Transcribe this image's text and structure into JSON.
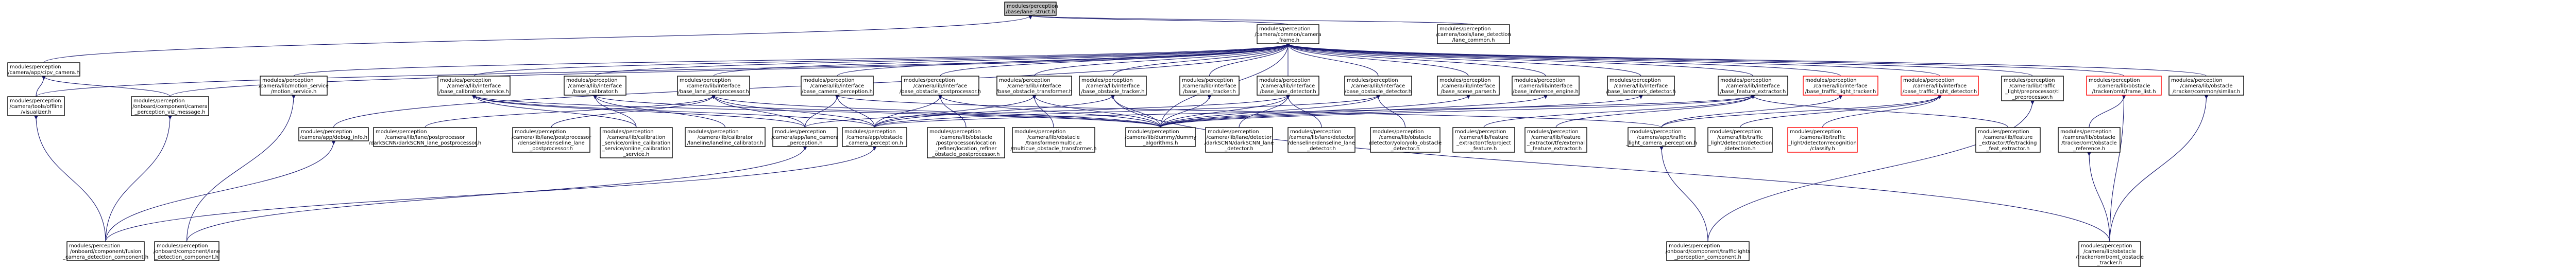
{
  "nodes": [
    {
      "id": "lane_struct",
      "lines": [
        "modules/perception",
        "/base/lane_struct.h"
      ],
      "root": true
    },
    {
      "id": "frame_h",
      "lines": [
        "modules/perception",
        "/camera/common/camera",
        "_frame.h"
      ]
    },
    {
      "id": "camera_tools_lane",
      "lines": [
        "modules/perception",
        "/camera/tools/lane_detection",
        "/lane_common.h"
      ]
    },
    {
      "id": "cipv_camera",
      "lines": [
        "modules/perception",
        "/camera/app/cipv_camera.h"
      ]
    },
    {
      "id": "visualizer",
      "lines": [
        "modules/perception",
        "/camera/tools/offline",
        "/visualizer.h"
      ]
    },
    {
      "id": "camera_perception_viz",
      "lines": [
        "modules/perception",
        "/onboard/component/camera",
        "_perception_viz_message.h"
      ]
    },
    {
      "id": "motion_service",
      "lines": [
        "modules/perception",
        "/camera/lib/motion_service",
        "/motion_service.h"
      ]
    },
    {
      "id": "base_calibration_service",
      "lines": [
        "modules/perception",
        "/camera/lib/interface",
        "/base_calibration_service.h"
      ]
    },
    {
      "id": "base_calibrator",
      "lines": [
        "modules/perception",
        "/camera/lib/interface",
        "/base_calibrator.h"
      ]
    },
    {
      "id": "base_lane_postprocessor",
      "lines": [
        "modules/perception",
        "/camera/lib/interface",
        "/base_lane_postprocessor.h"
      ]
    },
    {
      "id": "base_camera_perception",
      "lines": [
        "modules/perception",
        "/camera/lib/interface",
        "/base_camera_perception.h"
      ]
    },
    {
      "id": "base_obstacle_postprocessor",
      "lines": [
        "modules/perception",
        "/camera/lib/interface",
        "/base_obstacle_postprocessor.h"
      ]
    },
    {
      "id": "base_obstacle_transformer",
      "lines": [
        "modules/perception",
        "/camera/lib/interface",
        "/base_obstacle_transformer.h"
      ]
    },
    {
      "id": "base_obstacle_tracker",
      "lines": [
        "modules/perception",
        "/camera/lib/interface",
        "/base_obstacle_tracker.h"
      ]
    },
    {
      "id": "base_lane_tracker",
      "lines": [
        "modules/perception",
        "/camera/lib/interface",
        "/base_lane_tracker.h"
      ]
    },
    {
      "id": "base_lane_detector",
      "lines": [
        "modules/perception",
        "/camera/lib/interface",
        "/base_lane_detector.h"
      ]
    },
    {
      "id": "base_obstacle_detector",
      "lines": [
        "modules/perception",
        "/camera/lib/interface",
        "/base_obstacle_detector.h"
      ]
    },
    {
      "id": "base_scene_parser",
      "lines": [
        "modules/perception",
        "/camera/lib/interface",
        "/base_scene_parser.h"
      ]
    },
    {
      "id": "base_inference_engine",
      "lines": [
        "modules/perception",
        "/camera/lib/interface",
        "/base_inference_engine.h"
      ]
    },
    {
      "id": "base_landmark_detector",
      "lines": [
        "modules/perception",
        "/camera/lib/interface",
        "/base_landmark_detector.h"
      ]
    },
    {
      "id": "base_feature_extractor",
      "lines": [
        "modules/perception",
        "/camera/lib/interface",
        "/base_feature_extractor.h"
      ]
    },
    {
      "id": "base_traffic_light_tracker",
      "lines": [
        "modules/perception",
        "/camera/lib/interface",
        "/base_traffic_light_tracker.h"
      ],
      "trunc": true
    },
    {
      "id": "base_traffic_light_detector",
      "lines": [
        "modules/perception",
        "/camera/lib/interface",
        "/base_traffic_light_detector.h"
      ],
      "trunc": true
    },
    {
      "id": "tl_preprocessor",
      "lines": [
        "modules/perception",
        "/camera/lib/traffic",
        "_light/preprocessor/tl",
        "_preprocessor.h"
      ]
    },
    {
      "id": "frame_list",
      "lines": [
        "modules/perception",
        "/camera/lib/obstacle",
        "/tracker/omt/frame_list.h"
      ],
      "trunc": true
    },
    {
      "id": "similar",
      "lines": [
        "modules/perception",
        "/camera/lib/obstacle",
        "/tracker/common/similar.h"
      ]
    },
    {
      "id": "debug_info",
      "lines": [
        "modules/perception",
        "/camera/app/debug_info.h"
      ]
    },
    {
      "id": "darkscnn_lane_postprocessor",
      "lines": [
        "modules/perception",
        "/camera/lib/lane/postprocessor",
        "/darkSCNN/darkSCNN_lane_postprocessor.h"
      ]
    },
    {
      "id": "denseline_lane_postprocessor",
      "lines": [
        "modules/perception",
        "/camera/lib/lane/postprocessor",
        "/denseline/denseline_lane",
        "_postprocessor.h"
      ]
    },
    {
      "id": "online_calibration_service",
      "lines": [
        "modules/perception",
        "/camera/lib/calibration",
        "_service/online_calibration",
        "_service/online_calibration",
        "_service.h"
      ]
    },
    {
      "id": "laneline_calibrator",
      "lines": [
        "modules/perception",
        "/camera/lib/calibrator",
        "/laneline/laneline_calibrator.h"
      ]
    },
    {
      "id": "lane_camera_perception",
      "lines": [
        "modules/perception",
        "/camera/app/lane_camera",
        "_perception.h"
      ]
    },
    {
      "id": "obstacle_camera_perception",
      "lines": [
        "modules/perception",
        "/camera/app/obstacle",
        "_camera_perception.h"
      ]
    },
    {
      "id": "location_refiner",
      "lines": [
        "modules/perception",
        "/camera/lib/obstacle",
        "/postprocessor/location",
        "_refiner/location_refiner",
        "_obstacle_postprocessor.h"
      ]
    },
    {
      "id": "multicue_transformer",
      "lines": [
        "modules/perception",
        "/camera/lib/obstacle",
        "/transformer/multicue",
        "/multicue_obstacle_transformer.h"
      ]
    },
    {
      "id": "dummy_algorithms",
      "lines": [
        "modules/perception",
        "/camera/lib/dummy/dummy",
        "_algorithms.h"
      ]
    },
    {
      "id": "darkscnn_lane_detector",
      "lines": [
        "modules/perception",
        "/camera/lib/lane/detector",
        "/darkSCNN/darkSCNN_lane",
        "_detector.h"
      ]
    },
    {
      "id": "denseline_lane_detector",
      "lines": [
        "modules/perception",
        "/camera/lib/lane/detector",
        "/denseline/denseline_lane",
        "_detector.h"
      ]
    },
    {
      "id": "yolo_obstacle_detector",
      "lines": [
        "modules/perception",
        "/camera/lib/obstacle",
        "/detector/yolo/yolo_obstacle",
        "_detector.h"
      ]
    },
    {
      "id": "project_feature",
      "lines": [
        "modules/perception",
        "/camera/lib/feature",
        "_extractor/tfe/project",
        "_feature.h"
      ]
    },
    {
      "id": "external_feature_extractor",
      "lines": [
        "modules/perception",
        "/camera/lib/feature",
        "_extractor/tfe/external",
        "_feature_extractor.h"
      ]
    },
    {
      "id": "traffic_light_camera_perception",
      "lines": [
        "modules/perception",
        "/camera/app/traffic",
        "_light_camera_perception.h"
      ]
    },
    {
      "id": "tl_detection",
      "lines": [
        "modules/perception",
        "/camera/lib/traffic",
        "_light/detector/detection",
        "/detection.h"
      ]
    },
    {
      "id": "tl_classify",
      "lines": [
        "modules/perception",
        "/camera/lib/traffic",
        "_light/detector/recognition",
        "/classify.h"
      ],
      "trunc": true
    },
    {
      "id": "tracking_feat_extractor",
      "lines": [
        "modules/perception",
        "/camera/lib/feature",
        "_extractor/tfe/tracking",
        "_feat_extractor.h"
      ]
    },
    {
      "id": "obstacle_reference",
      "lines": [
        "modules/perception",
        "/camera/lib/obstacle",
        "/tracker/omt/obstacle",
        "_reference.h"
      ]
    },
    {
      "id": "fusion_camera_detection_component",
      "lines": [
        "modules/perception",
        "/onboard/component/fusion",
        "_camera_detection_component.h"
      ]
    },
    {
      "id": "lane_detection_component",
      "lines": [
        "modules/perception",
        "/onboard/component/lane",
        "_detection_component.h"
      ]
    },
    {
      "id": "trafficlights_perception_component",
      "lines": [
        "modules/perception",
        "/onboard/component/trafficlights",
        "_perception_component.h"
      ]
    },
    {
      "id": "omt_obstacle_tracker",
      "lines": [
        "modules/perception",
        "/camera/lib/obstacle",
        "/tracker/omt/omt_obstacle",
        "_tracker.h"
      ]
    }
  ]
}
